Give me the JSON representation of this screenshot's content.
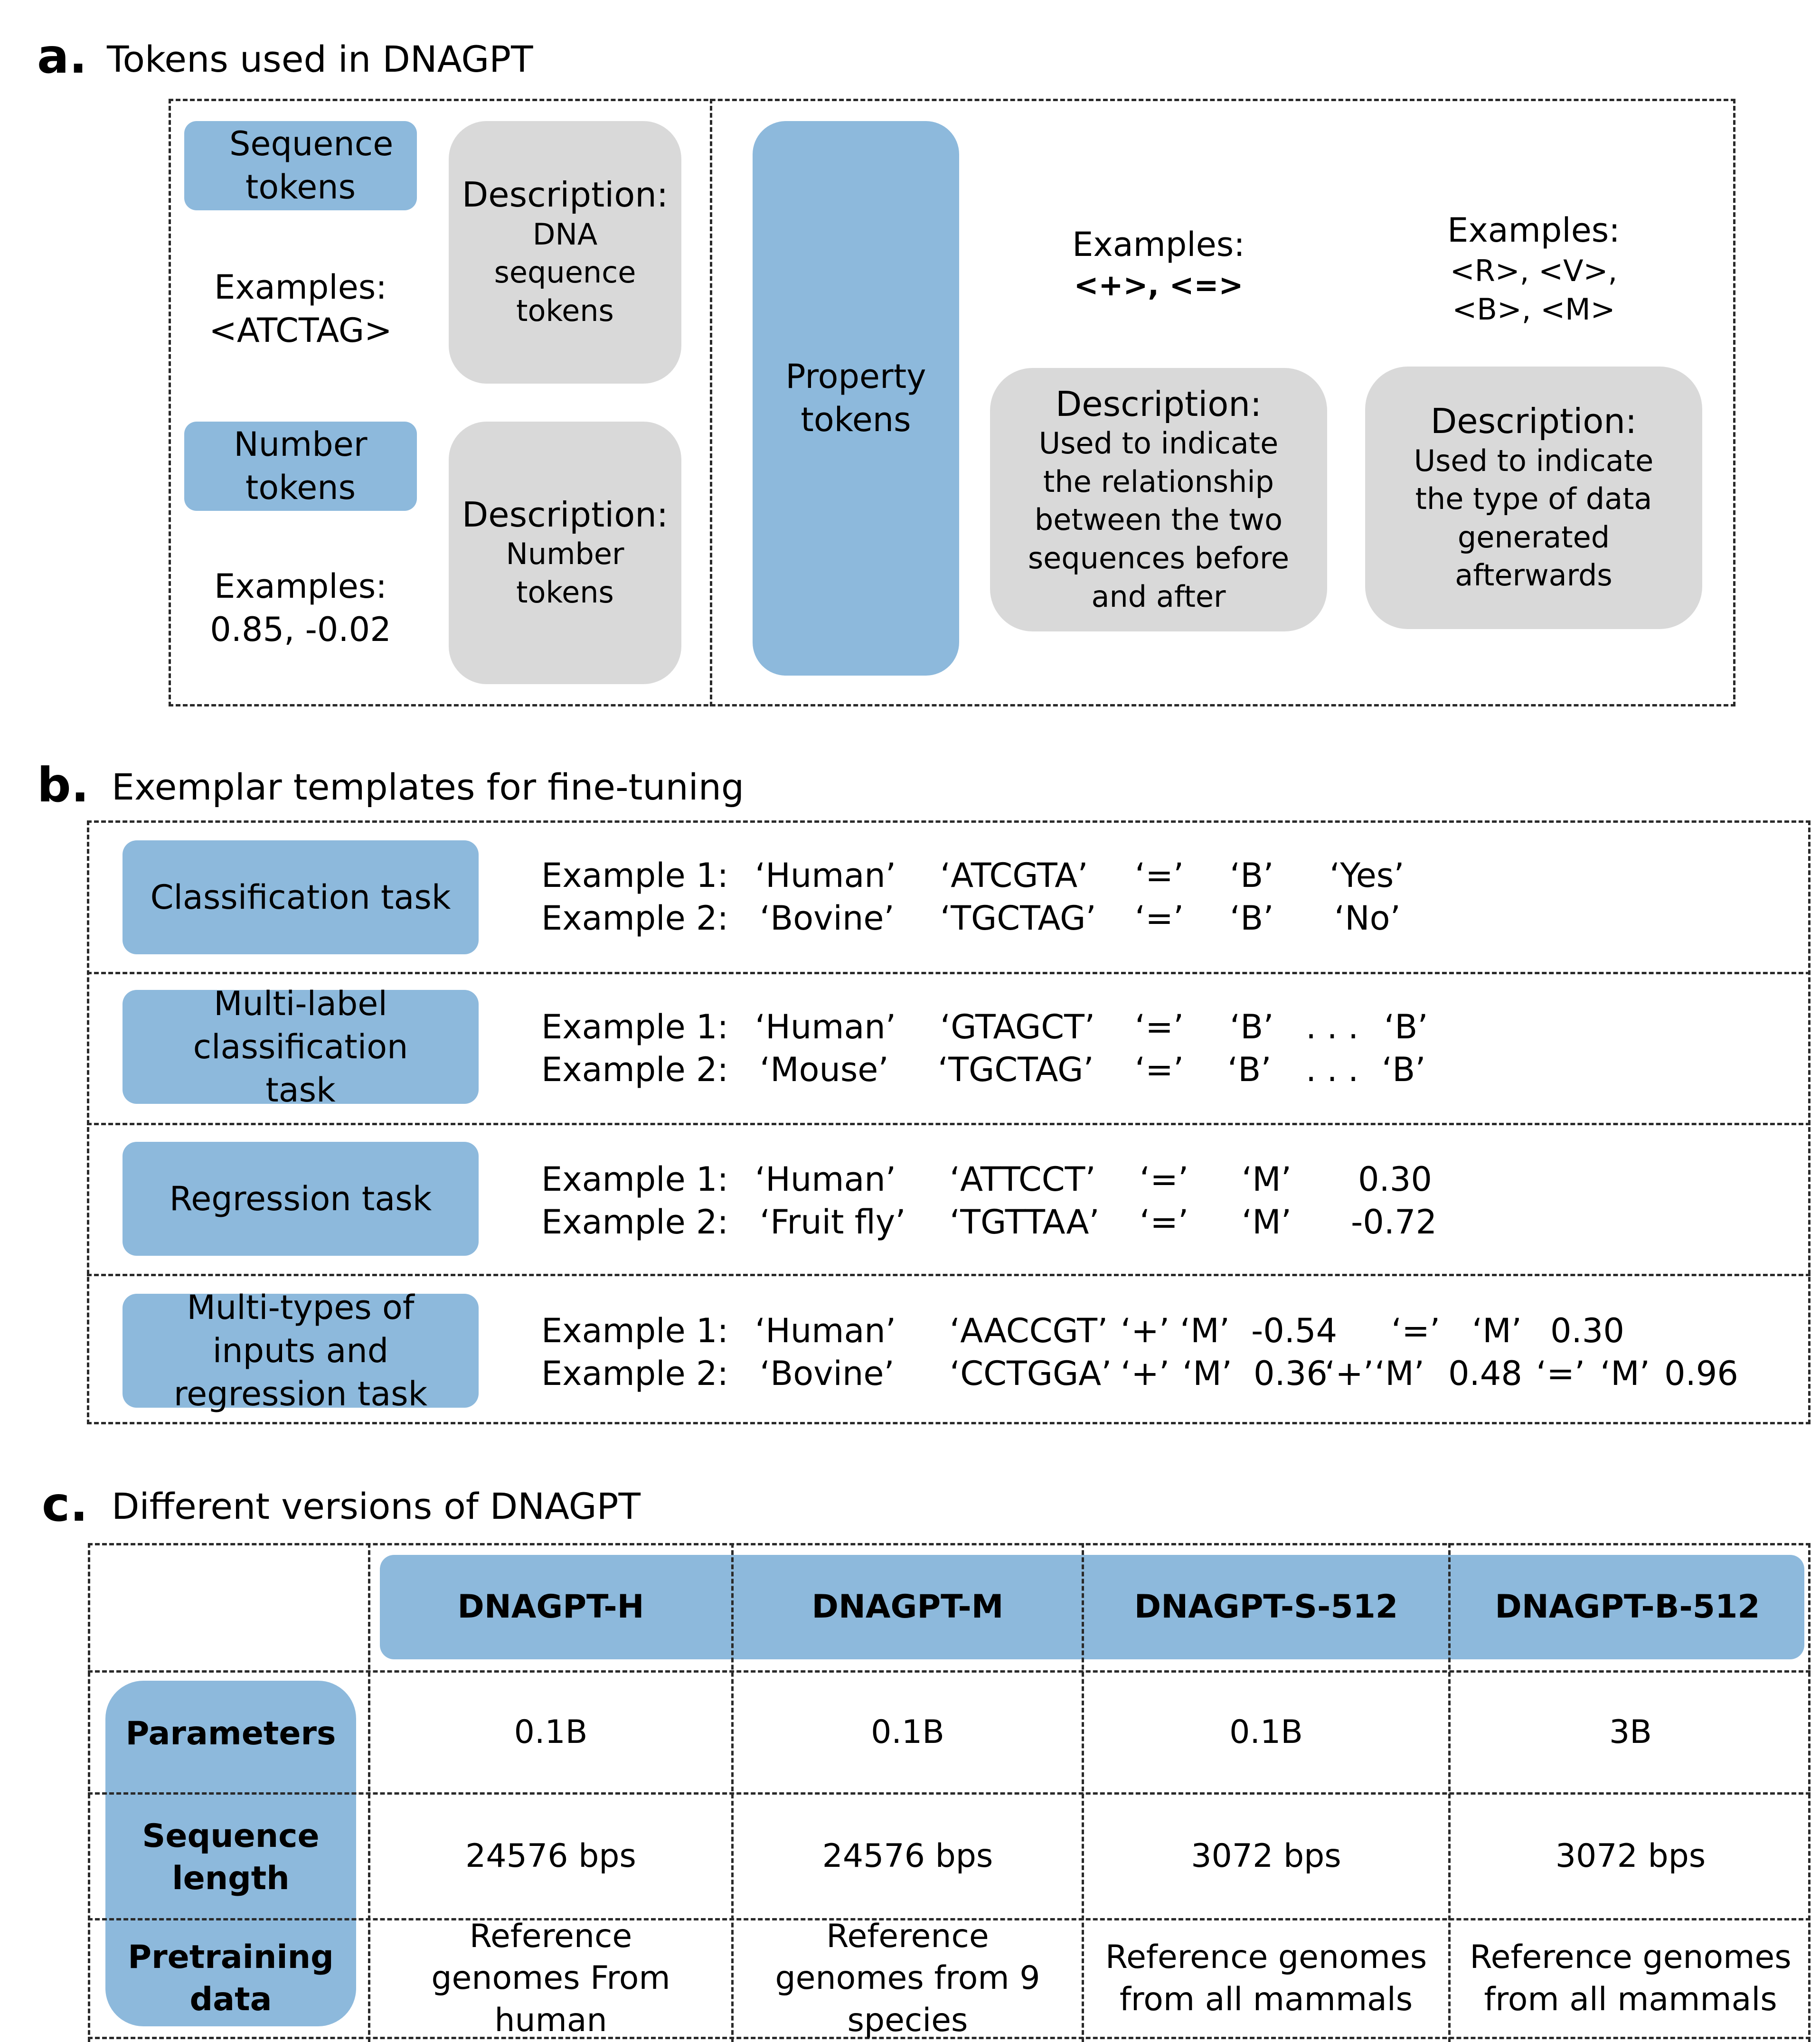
{
  "panel_a": {
    "letter": "a.",
    "title": "Tokens used in DNAGPT",
    "sequence_tokens": {
      "label": "Sequence tokens",
      "examples_label": "Examples:",
      "examples": "<ATCTAG>",
      "desc_title": "Description:",
      "desc_text": "DNA sequence tokens"
    },
    "number_tokens": {
      "label": "Number tokens",
      "examples_label": "Examples:",
      "examples": "0.85, -0.02",
      "desc_title": "Description:",
      "desc_text": "Number tokens"
    },
    "property_tokens": {
      "label": "Property tokens"
    },
    "relation": {
      "examples_label": "Examples:",
      "examples": "<+>, <=>",
      "desc_title": "Description:",
      "desc_text": "Used to indicate the relationship between the two sequences before and after"
    },
    "datatype": {
      "examples_label": "Examples:",
      "examples_line1": "<R>, <V>,",
      "examples_line2": "<B>, <M>",
      "desc_title": "Description:",
      "desc_text": "Used to indicate the type of data generated afterwards"
    }
  },
  "panel_b": {
    "letter": "b.",
    "title": "Exemplar templates for fine-tuning",
    "tasks": [
      {
        "label": "Classification task",
        "ex1": [
          "Example 1:",
          "‘Human’",
          "‘ATCGTA’",
          "‘=’",
          "‘B’",
          "‘Yes’"
        ],
        "ex2": [
          "Example 2:",
          "‘Bovine’",
          "‘TGCTAG’",
          "‘=’",
          "‘B’",
          "‘No’"
        ]
      },
      {
        "label": "Multi-label classification task",
        "ex1": [
          "Example 1:",
          "‘Human’",
          "‘GTAGCT’",
          "‘=’",
          "‘B’",
          ". . .",
          "‘B’"
        ],
        "ex2": [
          "Example 2:",
          "‘Mouse’",
          "‘TGCTAG’",
          "‘=’",
          "‘B’",
          ". . .",
          "‘B’"
        ]
      },
      {
        "label": "Regression task",
        "ex1": [
          "Example 1:",
          "‘Human’",
          "‘ATTCCT’",
          "‘=’",
          "‘M’",
          "0.30"
        ],
        "ex2": [
          "Example 2:",
          "‘Fruit fly’",
          "‘TGTTAA’",
          "‘=’",
          "‘M’",
          "-0.72"
        ]
      },
      {
        "label": "Multi-types of inputs and regression task",
        "ex1": [
          "Example 1:",
          "‘Human’",
          "‘AACCGT’",
          "‘+’",
          "‘M’",
          "-0.54",
          "‘=’",
          "‘M’",
          "0.30"
        ],
        "ex2": [
          "Example 2:",
          "‘Bovine’",
          "‘CCTGGA’",
          "‘+’",
          "‘M’",
          "0.36",
          "‘+’",
          "‘M’",
          "0.48",
          "‘=’",
          "‘M’",
          "0.96"
        ]
      }
    ]
  },
  "panel_c": {
    "letter": "c.",
    "title": "Different versions of DNAGPT",
    "columns": [
      "DNAGPT-H",
      "DNAGPT-M",
      "DNAGPT-S-512",
      "DNAGPT-B-512"
    ],
    "rows": [
      {
        "label": "Parameters",
        "values": [
          "0.1B",
          "0.1B",
          "0.1B",
          "3B"
        ]
      },
      {
        "label": "Sequence length",
        "values": [
          "24576 bps",
          "24576 bps",
          "3072 bps",
          "3072 bps"
        ]
      },
      {
        "label": "Pretraining data",
        "values": [
          "Reference genomes From human",
          "Reference genomes from 9 species",
          "Reference genomes from all mammals",
          "Reference genomes from all mammals"
        ]
      }
    ]
  },
  "colors": {
    "blue_box": "#8db9dc",
    "grey_box": "#d9d9d9"
  }
}
